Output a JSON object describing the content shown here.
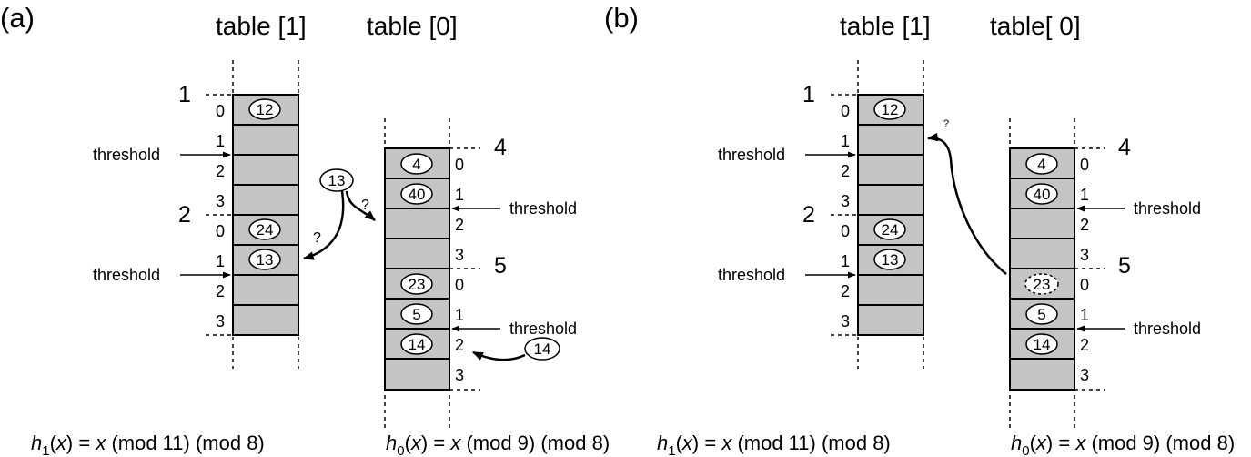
{
  "panels": {
    "a": {
      "label": "(a)",
      "table1_title": "table [1]",
      "table0_title": "table [0]",
      "t1_groups": [
        "1",
        "2"
      ],
      "t0_groups": [
        "4",
        "5"
      ],
      "slot_indices": [
        "0",
        "1",
        "2",
        "3"
      ],
      "t1_keys": [
        "12",
        "24",
        "13"
      ],
      "t0_keys": [
        "4",
        "40",
        "23",
        "5",
        "14"
      ],
      "threshold_label": "threshold",
      "incoming_keys": [
        "13",
        "14"
      ],
      "question_mark": "?",
      "formula1": {
        "h": "h",
        "sub": "1",
        "x": "x",
        "eq": ") = ",
        "x2": "x",
        "rest": " (mod 11) (mod 8)"
      },
      "formula0": {
        "h": "h",
        "sub": "0",
        "x": "x",
        "eq": ") = ",
        "x2": "x",
        "rest": " (mod 9) (mod 8)"
      }
    },
    "b": {
      "label": "(b)",
      "table1_title": "table [1]",
      "table0_title": "table[ 0]",
      "t1_groups": [
        "1",
        "2"
      ],
      "t0_groups": [
        "4",
        "5"
      ],
      "slot_indices": [
        "0",
        "1",
        "2",
        "3"
      ],
      "t1_keys": [
        "12",
        "24",
        "13"
      ],
      "t0_keys": [
        "4",
        "40",
        "23",
        "5",
        "14"
      ],
      "threshold_label": "threshold",
      "question_mark": "?",
      "formula1": {
        "h": "h",
        "sub": "1",
        "x": "x",
        "eq": ") = ",
        "x2": "x",
        "rest": " (mod 11) (mod 8)"
      },
      "formula0": {
        "h": "h",
        "sub": "0",
        "x": "x",
        "eq": ") = ",
        "x2": "x",
        "rest": " (mod 9) (mod 8)"
      }
    }
  }
}
